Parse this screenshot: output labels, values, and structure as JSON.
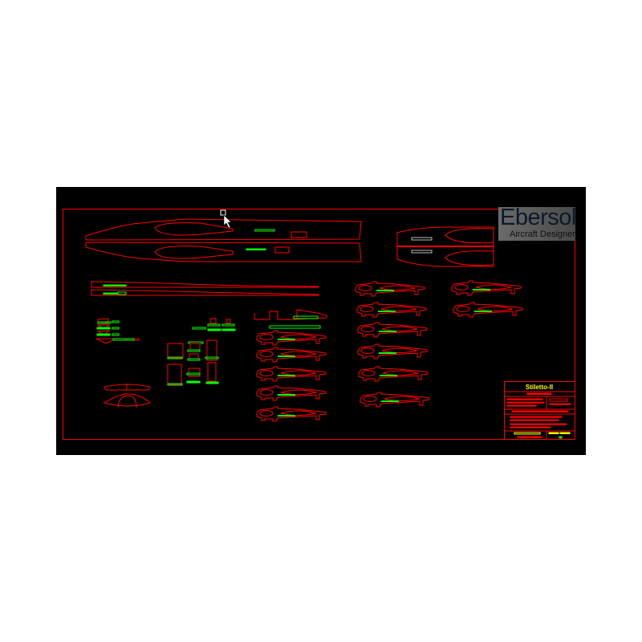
{
  "app": {
    "background": "#000000",
    "line_color": "#ff0000",
    "highlight_color": "#00ff00",
    "title_color": "#ffff00"
  },
  "logo": {
    "name": "Ebersol",
    "tagline": "Aircraft Designer"
  },
  "title_block": {
    "title": "Stiletto-II"
  },
  "cursor": {
    "icon": "arrow-cursor-icon"
  }
}
